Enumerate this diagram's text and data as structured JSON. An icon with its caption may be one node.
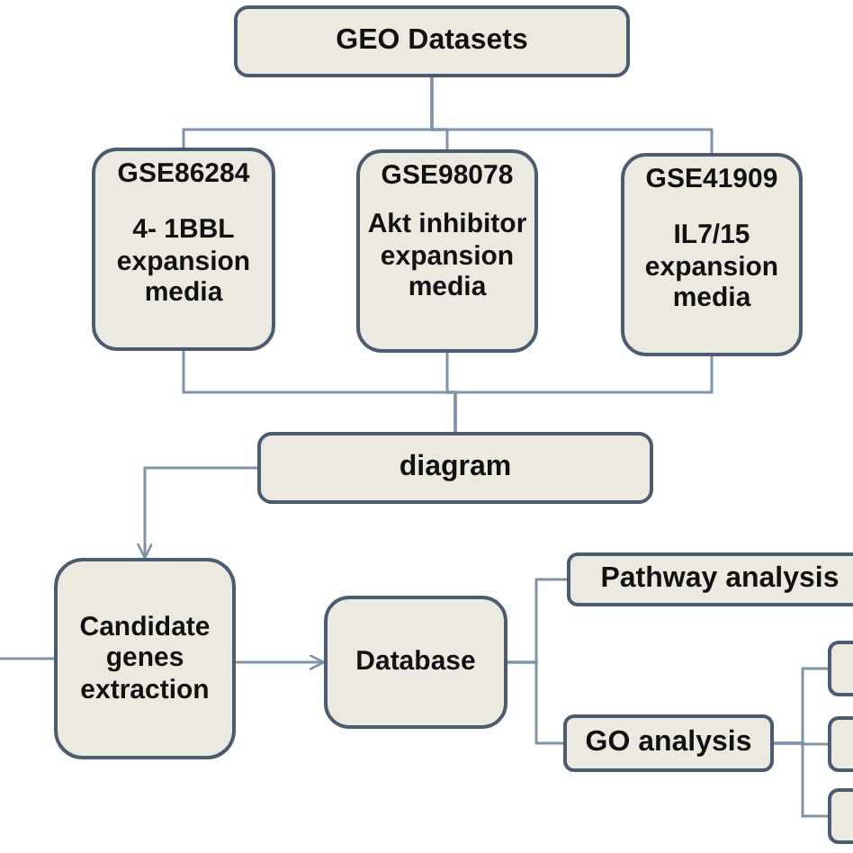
{
  "diagram": {
    "nodes": [
      {
        "text": [
          "GEO Datasets"
        ]
      },
      {
        "text": [
          "GSE86284",
          "4- 1BBL expansion media"
        ]
      },
      {
        "text": [
          "GSE98078",
          "Akt inhibitor expansion media"
        ]
      },
      {
        "text": [
          "GSE41909",
          "IL7/15 expansion media"
        ]
      },
      {
        "text": [
          "diagram"
        ]
      },
      {
        "text": [
          "Candidate genes extraction"
        ]
      },
      {
        "text": [
          "Database"
        ]
      },
      {
        "text": [
          "Pathway analysis"
        ]
      },
      {
        "text": [
          "GO analysis"
        ]
      },
      {
        "text": [],
        "shape": "box"
      },
      {
        "text": [],
        "shape": "box"
      },
      {
        "text": [],
        "shape": "box"
      }
    ],
    "edges": [
      {
        "from": 0,
        "to": 1,
        "arrow": "none"
      },
      {
        "from": 0,
        "to": 2,
        "arrow": "none"
      },
      {
        "from": 0,
        "to": 3,
        "arrow": "none"
      },
      {
        "from": 1,
        "to": 4,
        "arrow": "none"
      },
      {
        "from": 2,
        "to": 4,
        "arrow": "none"
      },
      {
        "from": 3,
        "to": 4,
        "arrow": "none"
      },
      {
        "from": 4,
        "to": 5,
        "arrow": "to"
      },
      {
        "from": null,
        "to": 5,
        "arrow": "none"
      },
      {
        "from": 5,
        "to": 6,
        "arrow": "to"
      },
      {
        "from": 6,
        "to": 7,
        "arrow": "none"
      },
      {
        "from": 6,
        "to": 8,
        "arrow": "none"
      },
      {
        "from": 8,
        "to": 9,
        "arrow": "none"
      },
      {
        "from": 8,
        "to": 10,
        "arrow": "none"
      },
      {
        "from": 8,
        "to": 11,
        "arrow": "none"
      }
    ]
  }
}
